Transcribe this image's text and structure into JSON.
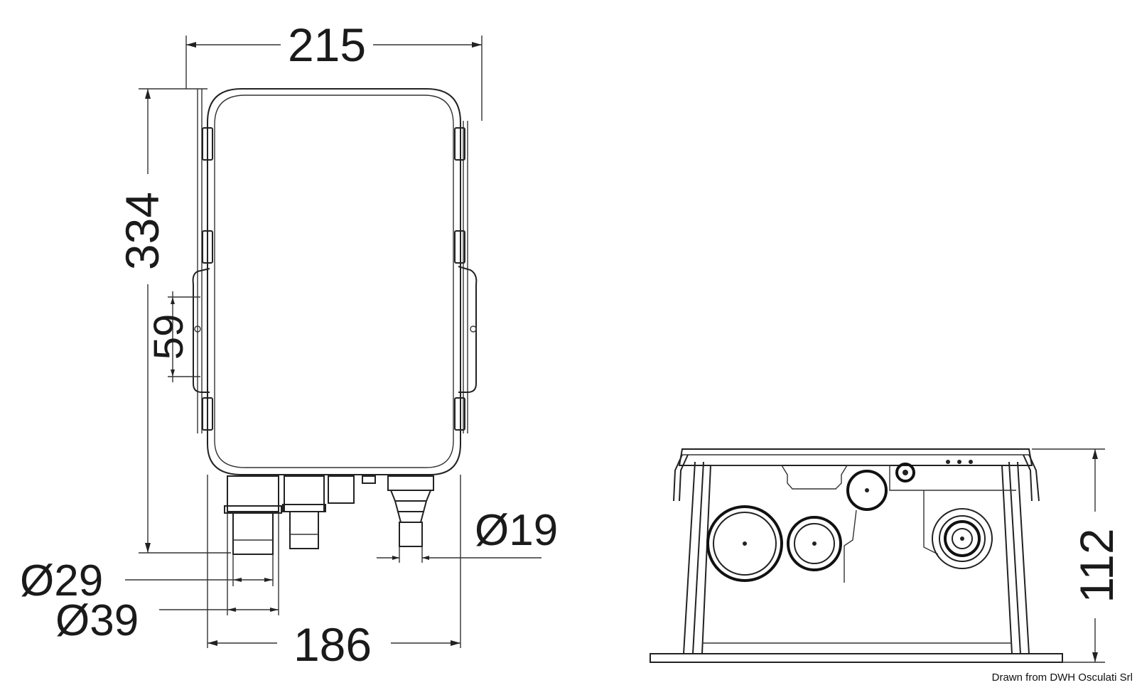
{
  "dimensions": {
    "top_width": "215",
    "height": "334",
    "bracket_spacing": "59",
    "outlet_small": "Ø19",
    "inlet_small": "Ø29",
    "inlet_large": "Ø39",
    "bottom_width": "186",
    "side_height": "112"
  },
  "credit": "Drawn from DWH Osculati Srl",
  "colors": {
    "line": "#222222",
    "background": "#ffffff"
  }
}
